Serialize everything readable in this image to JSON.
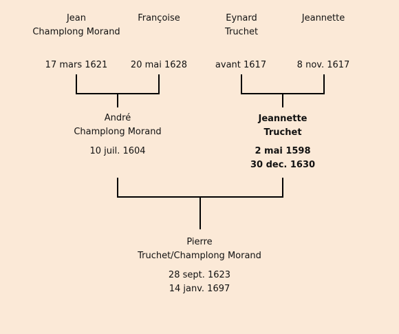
{
  "great_grandparents": [
    {
      "first_name": "Jean",
      "surname": "Champlong Morand",
      "date": "17 mars 1621"
    },
    {
      "first_name": "Françoise",
      "surname": "",
      "date": "20 mai 1628"
    },
    {
      "first_name": "Eynard",
      "surname": "Truchet",
      "date": "avant 1617"
    },
    {
      "first_name": "Jeannette",
      "surname": "",
      "date": "8 nov. 1617"
    }
  ],
  "parents": [
    {
      "first_name": "André",
      "surname": "Champlong Morand",
      "date": "10 juil. 1604",
      "date2": ""
    },
    {
      "first_name": "Jeannette",
      "surname": "Truchet",
      "date": "2 mai 1598",
      "date2": "30 dec. 1630"
    }
  ],
  "subject": {
    "first_name": "Pierre",
    "surname": "Truchet/Champlong Morand",
    "birth": "28 sept. 1623",
    "death": "14 janv. 1697"
  },
  "colors": {
    "background": "#fbe9d7",
    "lines": "#000000",
    "text": "#111111"
  }
}
